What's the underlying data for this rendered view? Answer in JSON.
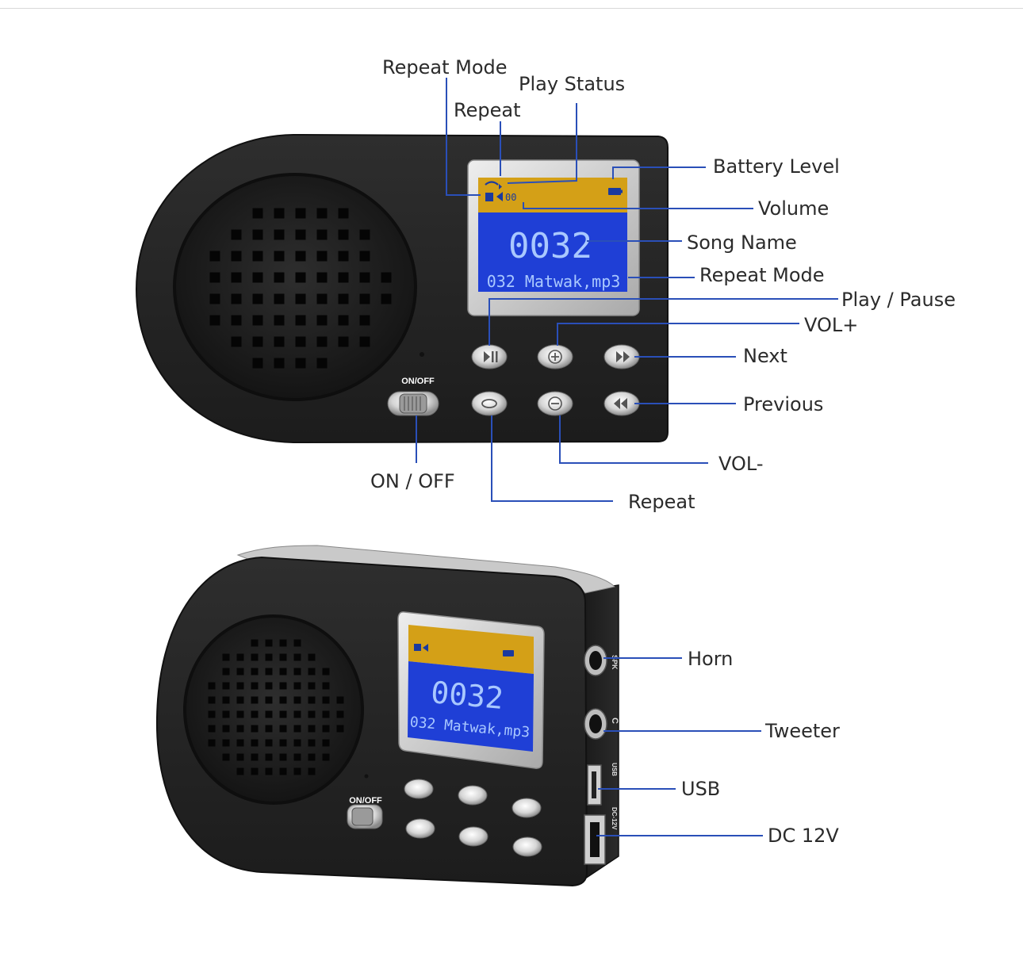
{
  "colors": {
    "leader": "#2a4fb8",
    "device_body": "#242424",
    "lcd_blue": "#1f3fd6",
    "lcd_amber": "#d4a017",
    "lcd_text": "#a9c8ff",
    "bezel": "#cfcfcf"
  },
  "device": {
    "lcd_number": "0032",
    "lcd_song": "032 Matwak,mp3",
    "lcd_volume": "00",
    "switch_label": "ON/OFF",
    "side_ports": {
      "spk": "SPK",
      "c": "C",
      "usb": "USB",
      "dc": "DC-12V"
    }
  },
  "labels": {
    "repeat_mode_top": "Repeat Mode",
    "play_status": "Play Status",
    "repeat_top": "Repeat",
    "battery_level": "Battery Level",
    "volume": "Volume",
    "song_name": "Song Name",
    "repeat_mode": "Repeat Mode",
    "play_pause": "Play / Pause",
    "vol_plus": "VOL+",
    "next": "Next",
    "previous": "Previous",
    "vol_minus": "VOL-",
    "on_off": "ON / OFF",
    "repeat_bottom": "Repeat",
    "horn": "Horn",
    "tweeter": "Tweeter",
    "usb": "USB",
    "dc12v": "DC 12V"
  }
}
